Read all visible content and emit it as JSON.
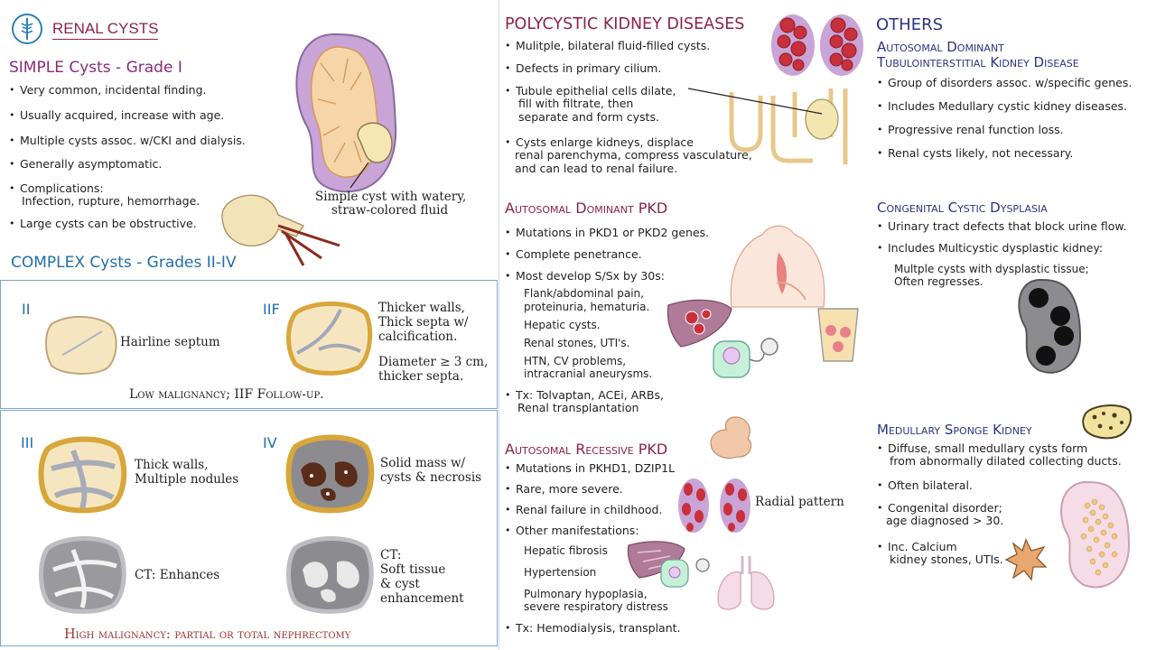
{
  "left": {
    "title": "RENAL CYSTS",
    "simple_heading": "SIMPLE Cysts - Grade I",
    "simple_bullets": [
      "Very common, incidental finding.",
      "Usually acquired, increase with age.",
      "Multiple cysts assoc. w/CKI and dialysis.",
      "Generally asymptomatic.",
      "Complications:",
      "Infection, rupture, hemorrhage.",
      "Large cysts can be obstructive."
    ],
    "kidney_caption_1": "Simple cyst with watery,",
    "kidney_caption_2": "straw-colored fluid",
    "complex_heading": "COMPLEX Cysts - Grades II-IV",
    "grade_ii": "II",
    "grade_ii_caption": "Hairline septum",
    "grade_iif": "IIF",
    "grade_iif_caption_1": "Thicker walls,",
    "grade_iif_caption_2": "Thick septa w/",
    "grade_iif_caption_3": "calcification.",
    "grade_iif_caption_4": "Diameter ≥ 3 cm,",
    "grade_iif_caption_5": "thicker septa.",
    "low_malignancy": "Low malignancy; IIF Follow-up.",
    "grade_iii": "III",
    "grade_iii_caption_1": "Thick walls,",
    "grade_iii_caption_2": "Multiple nodules",
    "grade_iv": "IV",
    "grade_iv_caption_1": "Solid mass w/",
    "grade_iv_caption_2": "cysts & necrosis",
    "ct_enhances": "CT: Enhances",
    "ct_soft_1": "CT:",
    "ct_soft_2": "Soft tissue",
    "ct_soft_3": "& cyst",
    "ct_soft_4": "enhancement",
    "high_malignancy": "High malignancy: partial or total nephrectomy"
  },
  "middle": {
    "pkd_heading": "POLYCYSTIC KIDNEY DISEASES",
    "pkd_bullets": [
      "Mulitple, bilateral fluid-filled cysts.",
      "Defects in primary cilium.",
      "Tubule epithelial cells dilate,",
      "fill with filtrate, then",
      "separate and form cysts.",
      "Cysts enlarge kidneys, displace",
      "renal parenchyma, compress vasculature,",
      "and can lead to renal failure."
    ],
    "adpkd_heading": "Autosomal Dominant PKD",
    "adpkd_bullets": [
      "Mutations in PKD1 or PKD2 genes.",
      "Complete penetrance.",
      "Most develop S/Sx by 30s:"
    ],
    "adpkd_subs": [
      "Flank/abdominal pain,",
      "proteinuria, hematuria.",
      "Hepatic cysts.",
      "Renal stones, UTI's.",
      "HTN, CV problems,",
      "intracranial aneurysms."
    ],
    "adpkd_tx_1": "Tx: Tolvaptan, ACEi, ARBs,",
    "adpkd_tx_2": "Renal transplantation",
    "arpkd_heading": "Autosomal Recessive PKD",
    "arpkd_bullets": [
      "Mutations in PKHD1, DZIP1L",
      "Rare, more severe.",
      "Renal failure in childhood.",
      "Other manifestations:"
    ],
    "arpkd_subs": [
      "Hepatic fibrosis",
      "Hypertension",
      "Pulmonary hypoplasia,",
      "severe respiratory distress"
    ],
    "arpkd_tx": "Tx: Hemodialysis, transplant.",
    "radial_pattern": "Radial pattern"
  },
  "right": {
    "others_heading": "OTHERS",
    "adtkd_heading_1": "Autosomal Dominant",
    "adtkd_heading_2": "Tubulointerstitial Kidney Disease",
    "adtkd_bullets": [
      "Group of disorders assoc. w/specific genes.",
      "Includes Medullary cystic kidney diseases.",
      "Progressive renal function loss.",
      "Renal cysts likely, not necessary."
    ],
    "ccd_heading": "Congenital Cystic Dysplasia",
    "ccd_bullets": [
      "Urinary tract defects that block urine flow.",
      "Includes Multicystic dysplastic kidney:"
    ],
    "ccd_sub_1": "Multple cysts with dysplastic tissue;",
    "ccd_sub_2": "Often regresses.",
    "msk_heading": "Medullary Sponge Kidney",
    "msk_bullets": [
      "Diffuse, small medullary cysts form",
      "from abnormally dilated collecting ducts.",
      "Often bilateral.",
      "Congenital disorder;",
      "age diagnosed > 30.",
      "Inc. Calcium",
      "kidney stones, UTIs."
    ]
  },
  "colors": {
    "purple": "#8b2a7a",
    "blue": "#1f6fa8",
    "maroon": "#8b2444",
    "navy": "#2a3580",
    "cyst": "#f3e3b8",
    "red_cyst": "#c9303c"
  }
}
